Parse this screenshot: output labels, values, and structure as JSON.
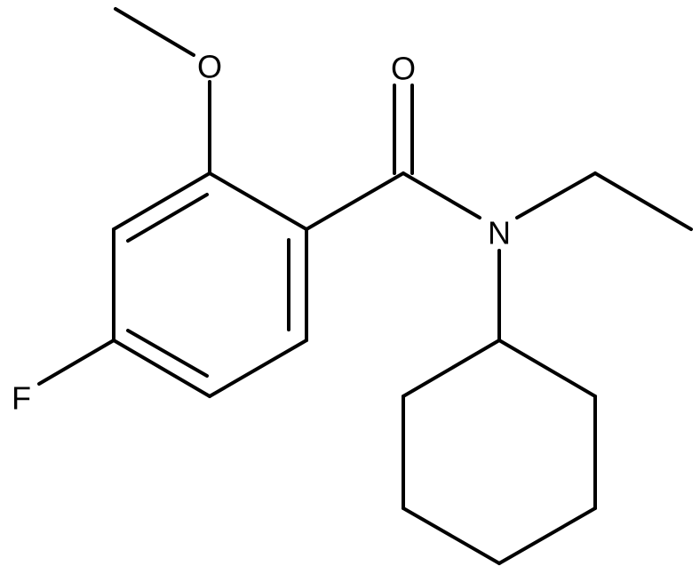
{
  "structure": {
    "atoms": {
      "oxygen_methoxy": "O",
      "oxygen_carbonyl": "O",
      "nitrogen": "N",
      "fluorine": "F"
    }
  }
}
